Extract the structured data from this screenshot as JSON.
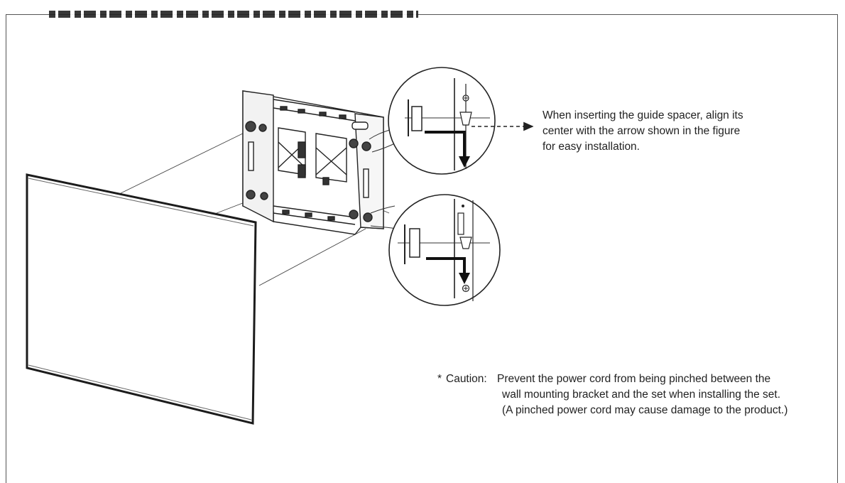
{
  "guide_note": "When inserting the guide spacer, align its center with the arrow shown in the figure for easy installation.",
  "caution": {
    "marker": "*",
    "label": "Caution:",
    "line1": "Prevent the power cord from being pinched between the",
    "line2": "wall mounting bracket and the set when installing the set.",
    "line3": "(A pinched power cord may cause damage to the product.)"
  },
  "icons": {
    "arrow_down": "arrow-down-icon",
    "screw": "screw-icon",
    "dashed_arrow": "dashed-arrow-right-icon"
  }
}
